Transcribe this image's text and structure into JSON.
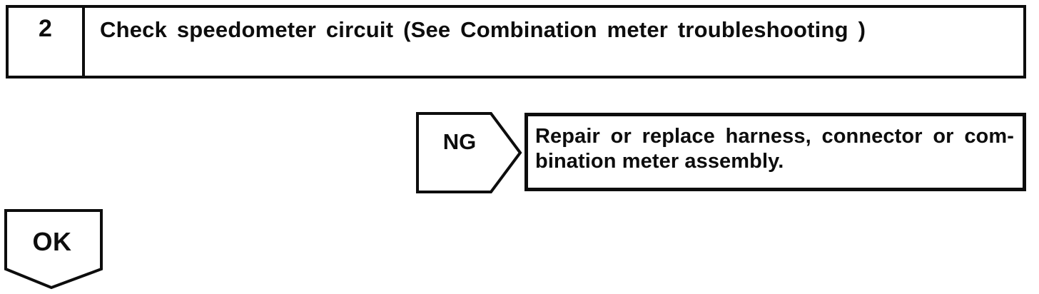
{
  "colors": {
    "ink": "#0d0d0d",
    "paper": "#ffffff"
  },
  "step_box": {
    "number": "2",
    "instruction": "Check speedometer circuit (See Combination meter troubleshooting )"
  },
  "ng_branch": {
    "connector_label": "NG",
    "connector_shape": "pentagon-arrow-right",
    "action_lines": [
      "Repair or replace harness, connector or com-",
      "bination meter assembly."
    ]
  },
  "ok_branch": {
    "connector_label": "OK",
    "connector_shape": "pentagon-arrow-down"
  }
}
